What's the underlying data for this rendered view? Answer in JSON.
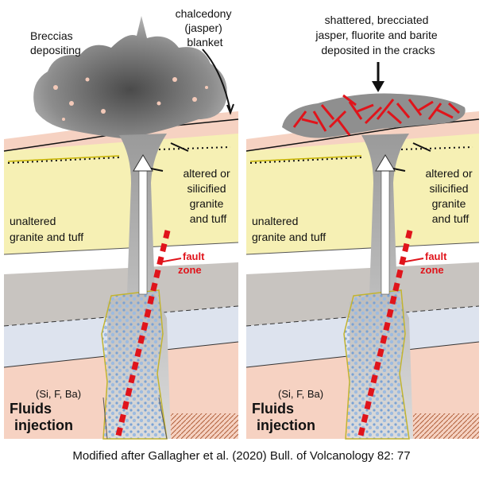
{
  "caption": "Modified after Gallagher et al. (2020) Bull. of Volcanology 82: 77",
  "left_panel": {
    "breccias": [
      "Breccias",
      "depositing"
    ],
    "chalcedony": [
      "chalcedony",
      "(jasper)",
      "blanket"
    ],
    "altered": [
      "altered or",
      "silicified",
      "granite",
      "and tuff"
    ],
    "unaltered": [
      "unaltered",
      "granite and tuff"
    ],
    "fault": [
      "fault",
      "zone"
    ],
    "elements": "(Si, F, Ba)",
    "fluids": [
      "Fluids",
      "injection"
    ]
  },
  "right_panel": {
    "shattered": [
      "shattered, brecciated",
      "jasper, fluorite and barite",
      "deposited in the cracks"
    ],
    "altered": [
      "altered or",
      "silicified",
      "granite",
      "and tuff"
    ],
    "unaltered": [
      "unaltered",
      "granite and tuff"
    ],
    "fault": [
      "fault",
      "zone"
    ],
    "elements": "(Si, F, Ba)",
    "fluids": [
      "Fluids",
      "injection"
    ]
  },
  "colors": {
    "granite_tuff": "#f6f0b4",
    "pink_layer": "#f6d2c2",
    "grey_layer": "#c8c4c0",
    "blue_layer": "#dde3ee",
    "breccia_pipe": "#c6d6ea",
    "jasper_grey": "#8a8a8a",
    "fault_red": "#e0141b",
    "fracture_red": "#e0141b"
  }
}
